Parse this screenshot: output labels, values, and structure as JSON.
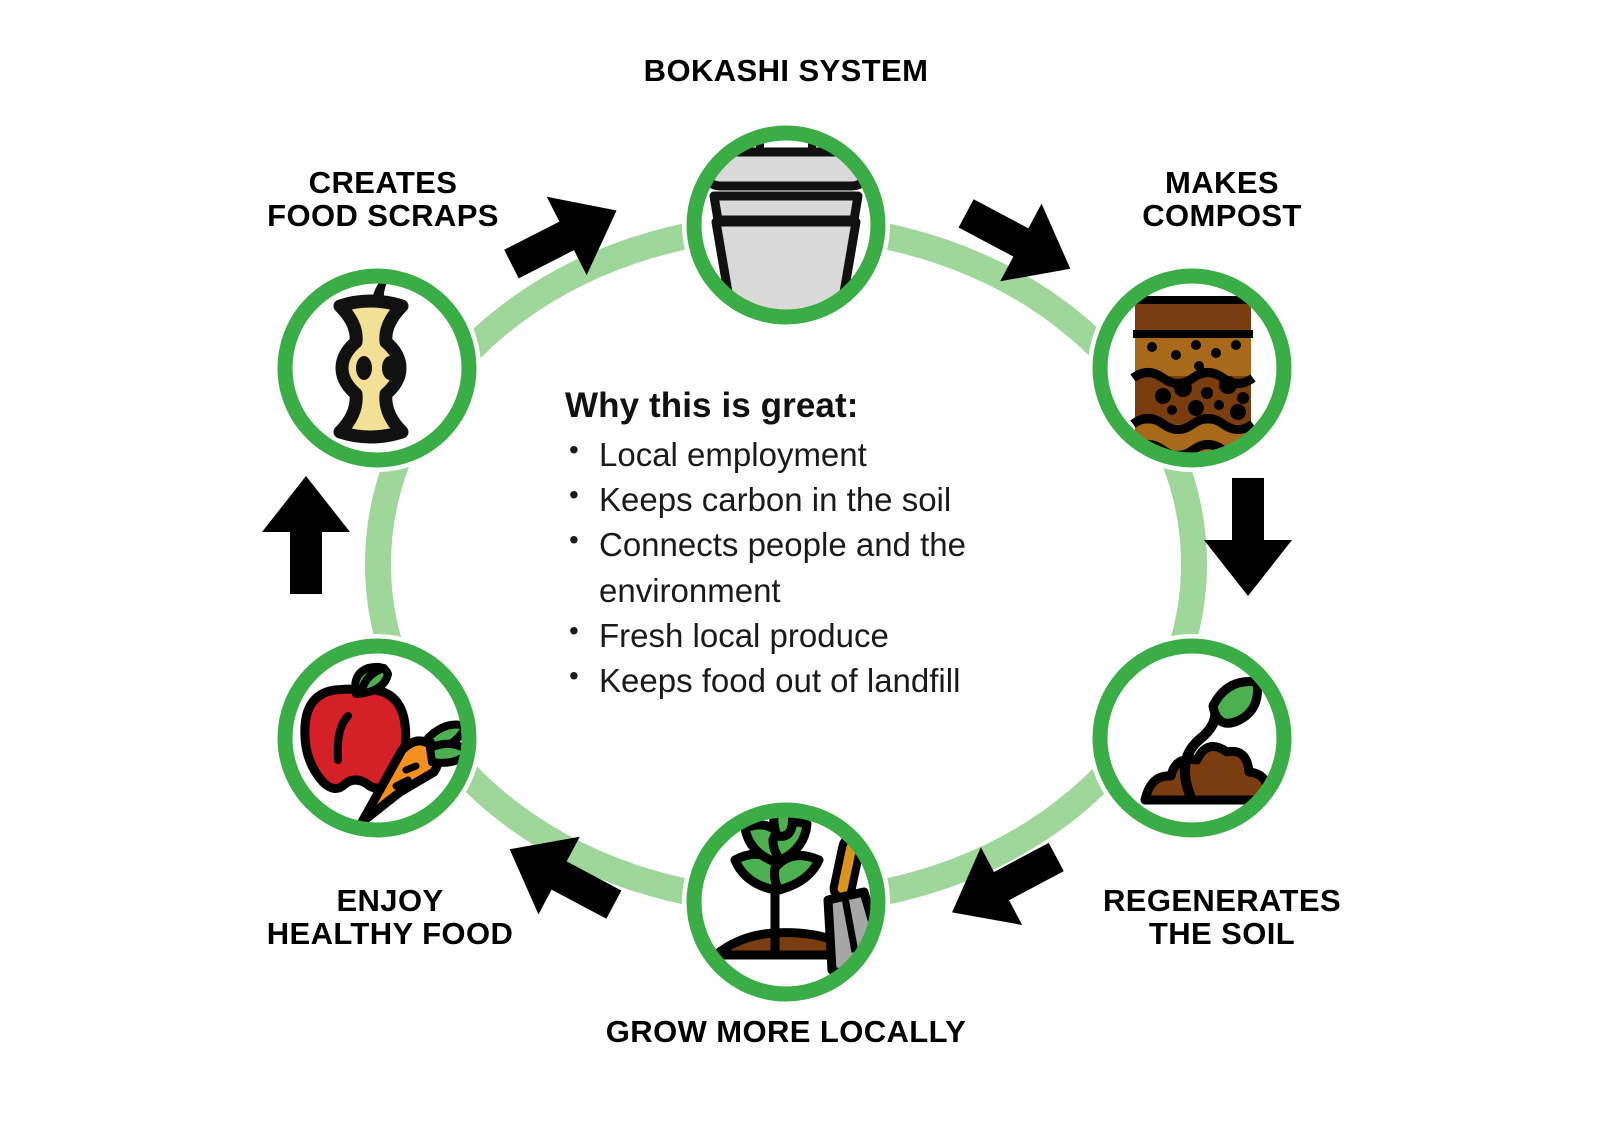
{
  "diagram": {
    "type": "cycle",
    "direction": "clockwise-top-right, counterclockwise-bottom",
    "colors": {
      "ring_bright_green": "#3aad46",
      "ring_pale_green": "#9fd69a",
      "arrow_black": "#000000",
      "background": "#ffffff",
      "soil_brown": "#7a3d10",
      "soil_brown_light": "#a9691b",
      "soil_brown_dark": "#6b3410",
      "leaf_green": "#4cb050",
      "apple_red": "#d62028",
      "carrot_orange": "#f5901f",
      "bucket_grey": "#d9d9d9",
      "core_yellow": "#f2e096",
      "trowel_grey": "#a6a6a6",
      "trowel_handle": "#d99420"
    },
    "nodes": [
      {
        "id": "bokashi-system",
        "label": "BOKASHI SYSTEM",
        "icon": "bokashi-bucket-icon",
        "position": "top"
      },
      {
        "id": "makes-compost",
        "label": "MAKES\nCOMPOST",
        "icon": "compost-layers-icon",
        "position": "upper-right"
      },
      {
        "id": "regenerates-the-soil",
        "label": "REGENERATES\nTHE SOIL",
        "icon": "seedling-sprout-icon",
        "position": "lower-right"
      },
      {
        "id": "grow-more-locally",
        "label": "GROW MORE LOCALLY",
        "icon": "plant-and-trowel-icon",
        "position": "bottom"
      },
      {
        "id": "enjoy-healthy-food",
        "label": "ENJOY\nHEALTHY FOOD",
        "icon": "apple-and-carrot-icon",
        "position": "lower-left"
      },
      {
        "id": "creates-food-scraps",
        "label": "CREATES\nFOOD SCRAPS",
        "icon": "apple-core-icon",
        "position": "upper-left"
      }
    ],
    "arrows": [
      {
        "id": "arrow-scraps-to-bokashi",
        "direction": "right-up"
      },
      {
        "id": "arrow-bokashi-to-compost",
        "direction": "right-down"
      },
      {
        "id": "arrow-compost-to-soil",
        "direction": "down"
      },
      {
        "id": "arrow-soil-to-grow",
        "direction": "left-down"
      },
      {
        "id": "arrow-grow-to-food",
        "direction": "left-up"
      },
      {
        "id": "arrow-food-to-scraps",
        "direction": "up"
      }
    ]
  },
  "center": {
    "heading": "Why this is great:",
    "benefits": [
      "Local employment",
      "Keeps carbon in the soil",
      "Connects people and the environment",
      "Fresh local produce",
      "Keeps food out of landfill"
    ]
  }
}
